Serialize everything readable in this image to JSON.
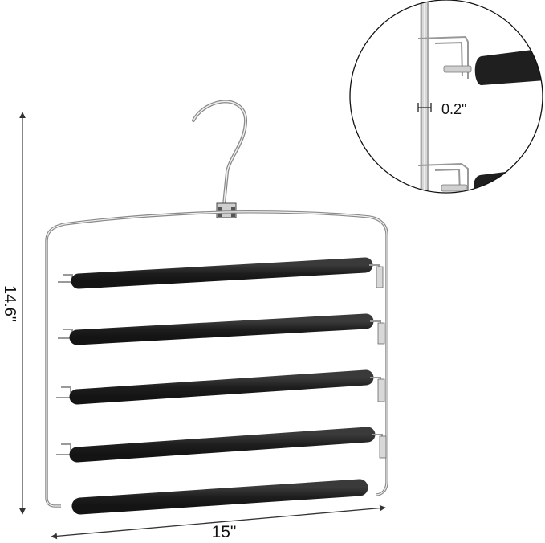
{
  "product": {
    "type": "5-tier trouser hanger",
    "bar_count": 5,
    "colors": {
      "background": "#ffffff",
      "bar_foam": "#1f1f1f",
      "metal": "#9a9a9a",
      "metal_highlight": "#e6e6e6",
      "dimension_line": "#333333",
      "text": "#111111"
    }
  },
  "dimensions": {
    "height_label": "14.6\"",
    "width_label": "15\"",
    "spacing_label": "0.2\""
  },
  "inset": {
    "description": "close-up of swing-arm clips",
    "shape": "circle"
  }
}
